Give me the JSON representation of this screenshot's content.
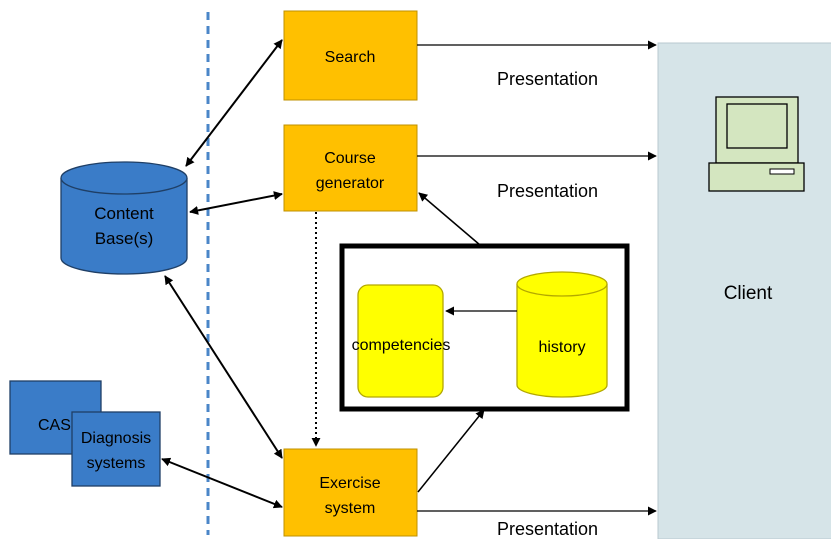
{
  "nodes": {
    "search": "Search",
    "course_generator": [
      "Course",
      "generator"
    ],
    "exercise_system": [
      "Exercise",
      "system"
    ],
    "content_base": [
      "Content",
      "Base(s)"
    ],
    "cas": "CAS",
    "diagnosis": [
      "Diagnosis",
      "systems"
    ],
    "competencies": "competencies",
    "history": "history",
    "client": "Client"
  },
  "edges": {
    "presentation_top": "Presentation",
    "presentation_mid": "Presentation",
    "presentation_bottom": "Presentation"
  },
  "colors": {
    "module_fill": "#ffc000",
    "module_stroke": "#bf9000",
    "database_fill": "#3a7cc8",
    "database_stroke": "#1f3f66",
    "learner_model_fill": "#ffff00",
    "learner_model_stroke": "#b3a800",
    "client_fill": "#d6e4e8",
    "divider": "#4a86c8"
  },
  "icons": {
    "client": "computer-icon"
  }
}
